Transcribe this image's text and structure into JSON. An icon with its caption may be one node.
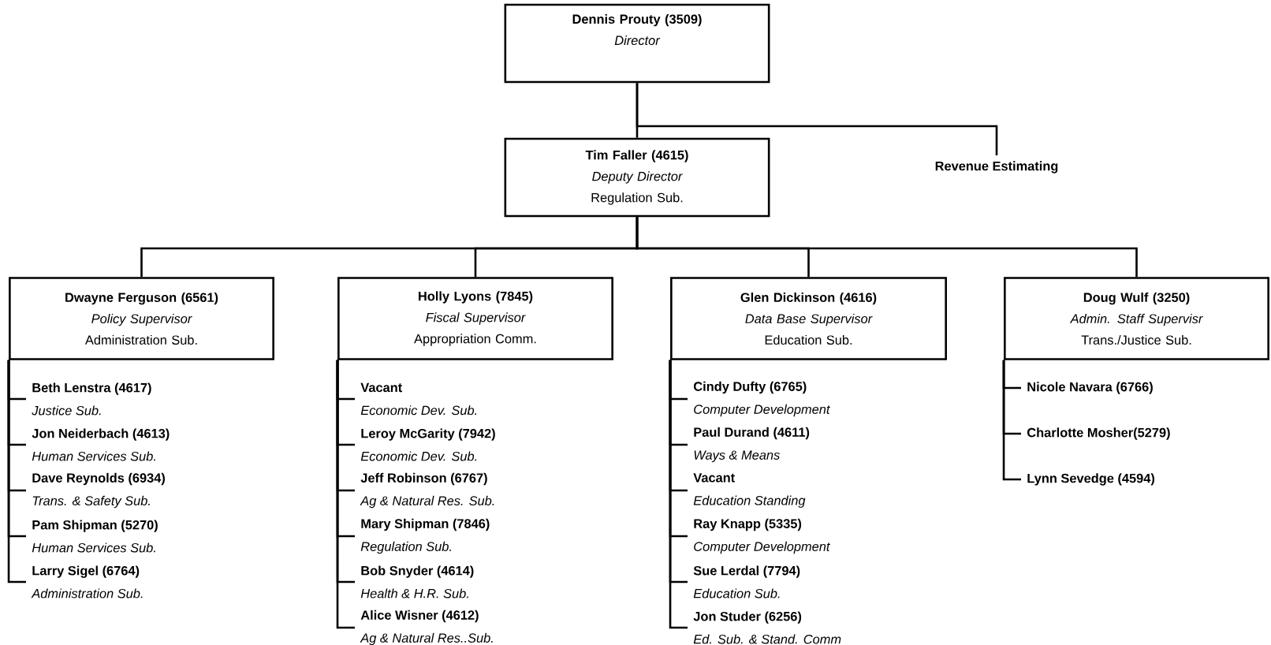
{
  "diagram": {
    "nodes": [
      {
        "text": [
          "Dennis Prouty (3509)",
          "Director"
        ]
      },
      {
        "text": [
          "Tim Faller (4615)",
          "Deputy Director",
          "Regulation Sub."
        ]
      },
      {
        "text": [
          "Revenue Estimating"
        ]
      },
      {
        "text": [
          "Dwayne Ferguson (6561)",
          "Policy Supervisor",
          "Administration Sub."
        ]
      },
      {
        "text": [
          "Holly Lyons (7845)",
          "Fiscal Supervisor",
          "Appropriation Comm."
        ]
      },
      {
        "text": [
          "Glen Dickinson (4616)",
          "Data Base Supervisor",
          "Education Sub."
        ]
      },
      {
        "text": [
          "Doug Wulf (3250)",
          "Admin. Staff Supervisr",
          "Trans./Justice Sub."
        ]
      },
      {
        "text": [
          "Beth Lenstra (4617)",
          "Justice Sub."
        ]
      },
      {
        "text": [
          "Jon Neiderbach (4613)",
          "Human Services Sub."
        ]
      },
      {
        "text": [
          "Dave Reynolds (6934)",
          "Trans. & Safety Sub."
        ]
      },
      {
        "text": [
          "Pam Shipman (5270)",
          "Human Services Sub."
        ]
      },
      {
        "text": [
          "Larry Sigel (6764)",
          "Administration Sub."
        ]
      },
      {
        "text": [
          "Vacant",
          "Economic Dev. Sub."
        ]
      },
      {
        "text": [
          "Leroy McGarity (7942)",
          "Economic Dev. Sub."
        ]
      },
      {
        "text": [
          "Jeff Robinson (6767)",
          "Ag & Natural Res. Sub."
        ]
      },
      {
        "text": [
          "Mary Shipman (7846)",
          "Regulation Sub."
        ]
      },
      {
        "text": [
          "Bob Snyder (4614)",
          "Health & H.R. Sub."
        ]
      },
      {
        "text": [
          "Alice Wisner (4612)",
          "Ag & Natural Res..Sub."
        ]
      },
      {
        "text": [
          "Cindy Dufty (6765)",
          "Computer Development"
        ]
      },
      {
        "text": [
          "Paul Durand (4611)",
          "Ways & Means"
        ]
      },
      {
        "text": [
          "Vacant",
          "Education Standing"
        ]
      },
      {
        "text": [
          "Ray Knapp (5335)",
          "Computer Development"
        ]
      },
      {
        "text": [
          "Sue Lerdal (7794)",
          "Education Sub."
        ]
      },
      {
        "text": [
          "Jon Studer (6256)",
          "Ed. Sub. & Stand. Comm"
        ]
      },
      {
        "text": [
          "Nicole Navara (6766)"
        ]
      },
      {
        "text": [
          "Charlotte Mosher(5279)"
        ]
      },
      {
        "text": [
          "Lynn Sevedge (4594)"
        ]
      }
    ],
    "edges": [
      {
        "from": 0,
        "to": 1,
        "arrow": "none"
      },
      {
        "from": 0,
        "to": 2,
        "arrow": "none"
      },
      {
        "from": 1,
        "to": 3,
        "arrow": "none"
      },
      {
        "from": 1,
        "to": 4,
        "arrow": "none"
      },
      {
        "from": 1,
        "to": 5,
        "arrow": "none"
      },
      {
        "from": 1,
        "to": 6,
        "arrow": "none"
      },
      {
        "from": 3,
        "to": 7,
        "arrow": "none"
      },
      {
        "from": 3,
        "to": 8,
        "arrow": "none"
      },
      {
        "from": 3,
        "to": 9,
        "arrow": "none"
      },
      {
        "from": 3,
        "to": 10,
        "arrow": "none"
      },
      {
        "from": 3,
        "to": 11,
        "arrow": "none"
      },
      {
        "from": 4,
        "to": 12,
        "arrow": "none"
      },
      {
        "from": 4,
        "to": 13,
        "arrow": "none"
      },
      {
        "from": 4,
        "to": 14,
        "arrow": "none"
      },
      {
        "from": 4,
        "to": 15,
        "arrow": "none"
      },
      {
        "from": 4,
        "to": 16,
        "arrow": "none"
      },
      {
        "from": 4,
        "to": 17,
        "arrow": "none"
      },
      {
        "from": 5,
        "to": 18,
        "arrow": "none"
      },
      {
        "from": 5,
        "to": 19,
        "arrow": "none"
      },
      {
        "from": 5,
        "to": 20,
        "arrow": "none"
      },
      {
        "from": 5,
        "to": 21,
        "arrow": "none"
      },
      {
        "from": 5,
        "to": 22,
        "arrow": "none"
      },
      {
        "from": 5,
        "to": 23,
        "arrow": "none"
      },
      {
        "from": 6,
        "to": 24,
        "arrow": "none"
      },
      {
        "from": 6,
        "to": 25,
        "arrow": "none"
      },
      {
        "from": 6,
        "to": 26,
        "arrow": "none"
      }
    ]
  }
}
